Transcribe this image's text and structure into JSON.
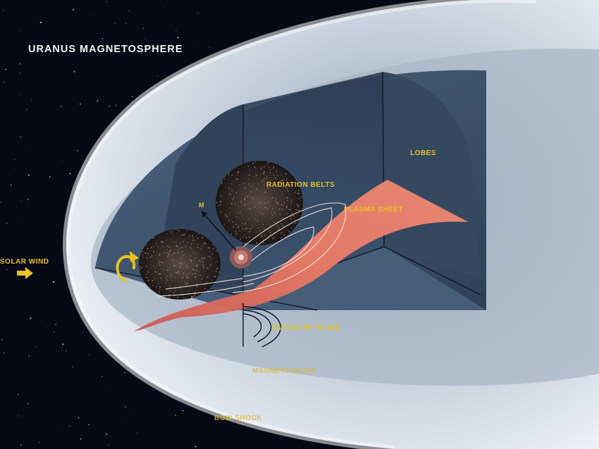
{
  "title": "URANUS MAGNETOSPHERE",
  "labels": {
    "solar_wind": "SOLAR WIND",
    "m": "M",
    "radiation_belts": "RADIATION BELTS",
    "plasma_sheet": "PLASMA SHEET",
    "lobes": "LOBES",
    "satellite_plane": "SATELLITE PLANE",
    "magnetopause": "MAGNETOPAUSE",
    "bow_shock": "BOW SHOCK"
  },
  "colors": {
    "space": "#070a14",
    "shock_surface": "#dfe5ee",
    "cavity": "#3f5670",
    "plasma_sheet": "#e8735f",
    "label_yellow": "#e8c21d",
    "title_white": "#f2f3f6"
  },
  "icons": {
    "solar_wind_arrow": "arrow-right-icon",
    "rotation_arrow": "rotation-arrow-icon"
  }
}
